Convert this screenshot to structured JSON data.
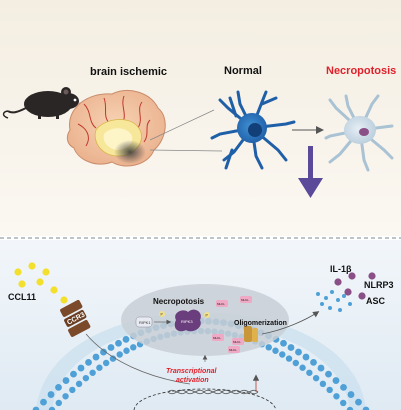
{
  "top_panel": {
    "label_brain": "brain ischemic",
    "label_normal": "Normal",
    "label_necroptosis": "Necropotosis"
  },
  "bottom_panel": {
    "ccl11": "CCL11",
    "ccr3": "CCR3",
    "necroptosis_title": "Necropotosis",
    "oligomerization": "Oligomerization",
    "transcriptional_1": "Transcriptional",
    "transcriptional_2": "activation",
    "il1b": "IL-1β",
    "nlrp3": "NLRP3",
    "asc": "ASC",
    "ripk1": "RIPK1",
    "ripk3": "RIPK3",
    "mlkl": "MLKL",
    "phospho": "P"
  },
  "colors": {
    "necroptosis_label": "#e0202a",
    "down_arrow": "#5b4a9a",
    "ccl11_dot": "#f3df2e",
    "inflammasome_dot": "#8a4f86",
    "membrane_head": "#4ea0d6",
    "ccr3": "#7b4a2a",
    "ellipse": "#c9cfd6"
  },
  "icons": [
    "mouse-icon",
    "brain-icon",
    "neuron-normal-icon",
    "neuron-necroptotic-icon",
    "dna-helix-icon"
  ]
}
